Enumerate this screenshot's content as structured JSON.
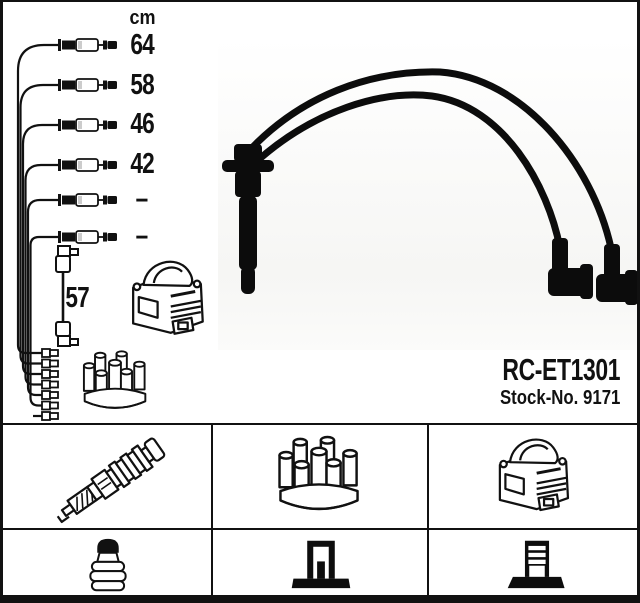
{
  "header": {
    "unit_label": "cm"
  },
  "measurements": {
    "values": [
      "64",
      "58",
      "46",
      "42",
      "–",
      "–"
    ],
    "coil_wire_length": "57"
  },
  "product": {
    "part_number": "RC-ET1301",
    "stock_no": "Stock-No. 9171"
  },
  "colors": {
    "ink": "#111111",
    "background": "#ffffff"
  },
  "legend_icons": [
    "spark-plug-icon",
    "distributor-cap-icon",
    "ignition-coil-icon",
    "spark-plug-terminal-icon",
    "distributor-terminal-icon",
    "coil-terminal-icon"
  ]
}
